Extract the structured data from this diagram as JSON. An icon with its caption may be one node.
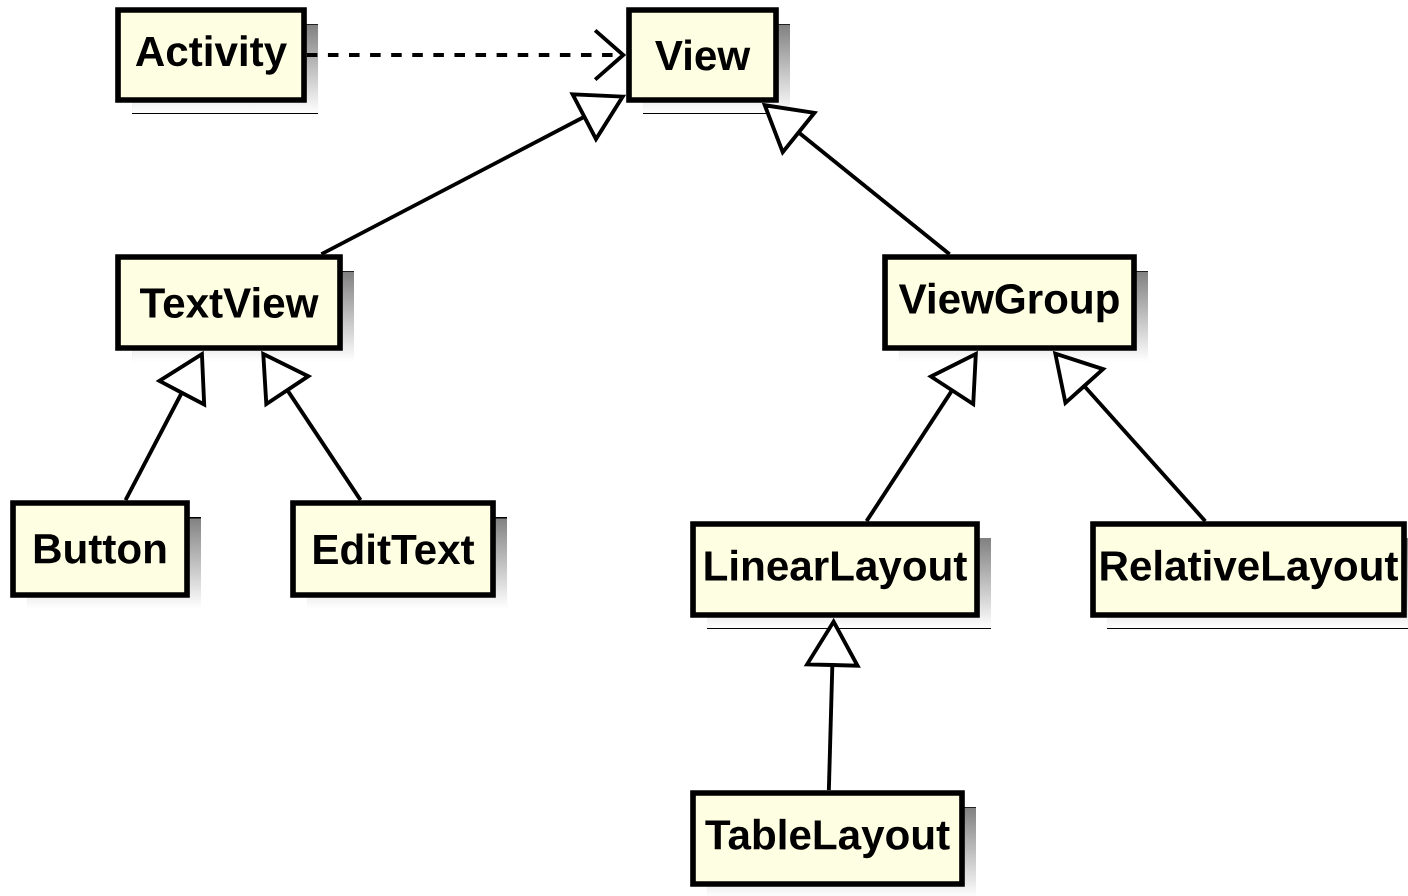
{
  "diagram": {
    "nodes": [
      {
        "text": [
          "Activity"
        ]
      },
      {
        "text": [
          "View"
        ]
      },
      {
        "text": [
          "TextView"
        ]
      },
      {
        "text": [
          "ViewGroup"
        ]
      },
      {
        "text": [
          "Button"
        ]
      },
      {
        "text": [
          "EditText"
        ]
      },
      {
        "text": [
          "LinearLayout"
        ]
      },
      {
        "text": [
          "RelativeLayout"
        ]
      },
      {
        "text": [
          "TableLayout"
        ]
      }
    ],
    "edges": [
      {
        "from": 0,
        "to": 1,
        "arrow": "to",
        "style": "dashed"
      },
      {
        "from": 2,
        "to": 1,
        "arrow": "to"
      },
      {
        "from": 3,
        "to": 1,
        "arrow": "to"
      },
      {
        "from": 4,
        "to": 2,
        "arrow": "to"
      },
      {
        "from": 5,
        "to": 2,
        "arrow": "to"
      },
      {
        "from": 6,
        "to": 3,
        "arrow": "to"
      },
      {
        "from": 7,
        "to": 3,
        "arrow": "to"
      },
      {
        "from": 8,
        "to": 6,
        "arrow": "to"
      }
    ]
  }
}
